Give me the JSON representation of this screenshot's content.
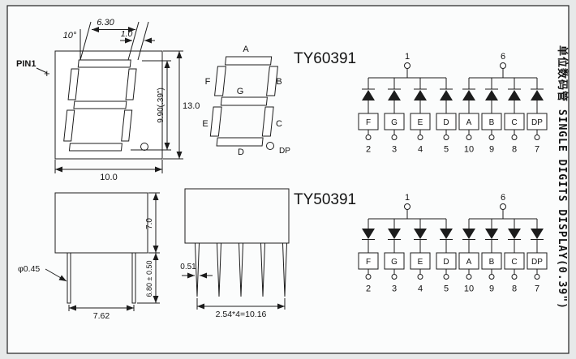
{
  "titles": {
    "top_model": "TY60391",
    "bottom_model": "TY50391",
    "side_note": "单位数码管 SINGLE DIGITS DISPLAY(0.39\")"
  },
  "front_view": {
    "pin1": "PIN1",
    "plus": "+",
    "angle": "10°",
    "dim_top": "6.30",
    "dim_seg": "1.0",
    "dim_h_inner": "9.90(.39\")",
    "dim_h_outer": "13.0",
    "dim_w": "10.0"
  },
  "segment_map": {
    "a": "A",
    "b": "B",
    "c": "C",
    "d": "D",
    "e": "E",
    "f": "F",
    "g": "G",
    "dp": "DP"
  },
  "side_left": {
    "dim_body": "7.0",
    "dim_lead": "6.80 ± 0.50",
    "dim_dia": "φ0.45",
    "dim_pitch": "7.62"
  },
  "side_mid": {
    "dim_lead_w": "0.51",
    "dim_pitch": "2.54*4=10.16"
  },
  "circuit_top": {
    "commons": [
      "1",
      "6"
    ],
    "segments": [
      "F",
      "G",
      "E",
      "D",
      "A",
      "B",
      "C",
      "DP"
    ],
    "pins": [
      "2",
      "3",
      "4",
      "5",
      "10",
      "9",
      "8",
      "7"
    ]
  },
  "circuit_bottom": {
    "commons": [
      "1",
      "6"
    ],
    "segments": [
      "F",
      "G",
      "E",
      "D",
      "A",
      "B",
      "C",
      "DP"
    ],
    "pins": [
      "2",
      "3",
      "4",
      "5",
      "10",
      "9",
      "8",
      "7"
    ]
  }
}
